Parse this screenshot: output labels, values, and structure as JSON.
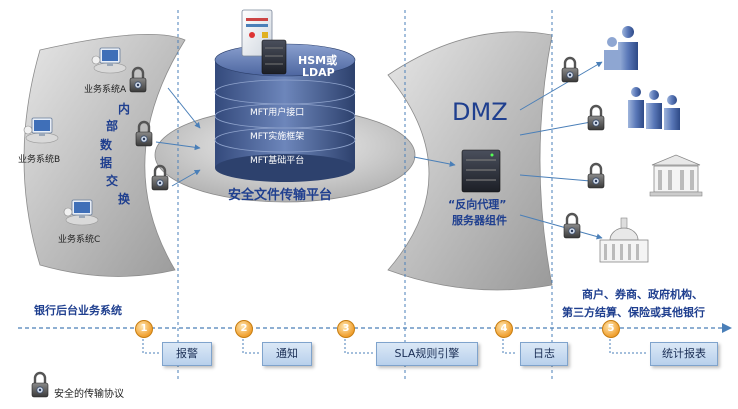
{
  "left_zone": {
    "systems": [
      "业务系统A",
      "业务系统B",
      "业务系统C"
    ],
    "internal_exchange_chars": [
      "内",
      "部",
      "数",
      "据",
      "交",
      "换"
    ],
    "caption": "银行后台业务系统"
  },
  "center": {
    "hsm_label_line1": "HSM或",
    "hsm_label_line2": "LDAP",
    "layers": [
      "MFT用户接口",
      "MFT实施框架",
      "MFT基础平台"
    ],
    "platform_title": "安全文件传输平台"
  },
  "dmz": {
    "title": "DMZ",
    "proxy_line1": "“反向代理”",
    "proxy_line2": "服务器组件"
  },
  "right_zone": {
    "caption_line1": "商户、券商、政府机构、",
    "caption_line2": "第三方结算、保险或其他银行"
  },
  "steps": [
    {
      "num": "1",
      "label": "报警"
    },
    {
      "num": "2",
      "label": "通知"
    },
    {
      "num": "3",
      "label": "SLA规则引擎"
    },
    {
      "num": "4",
      "label": "日志"
    },
    {
      "num": "5",
      "label": "统计报表"
    }
  ],
  "legend": {
    "label": "安全的传输协议"
  },
  "colors": {
    "arc_gray": "#b9b9b9",
    "cylinder_blue": "#3f5a92",
    "text_blue": "#1f3f8f",
    "dashed_line": "#4a7fb8",
    "step_orange": "#f0a030"
  }
}
